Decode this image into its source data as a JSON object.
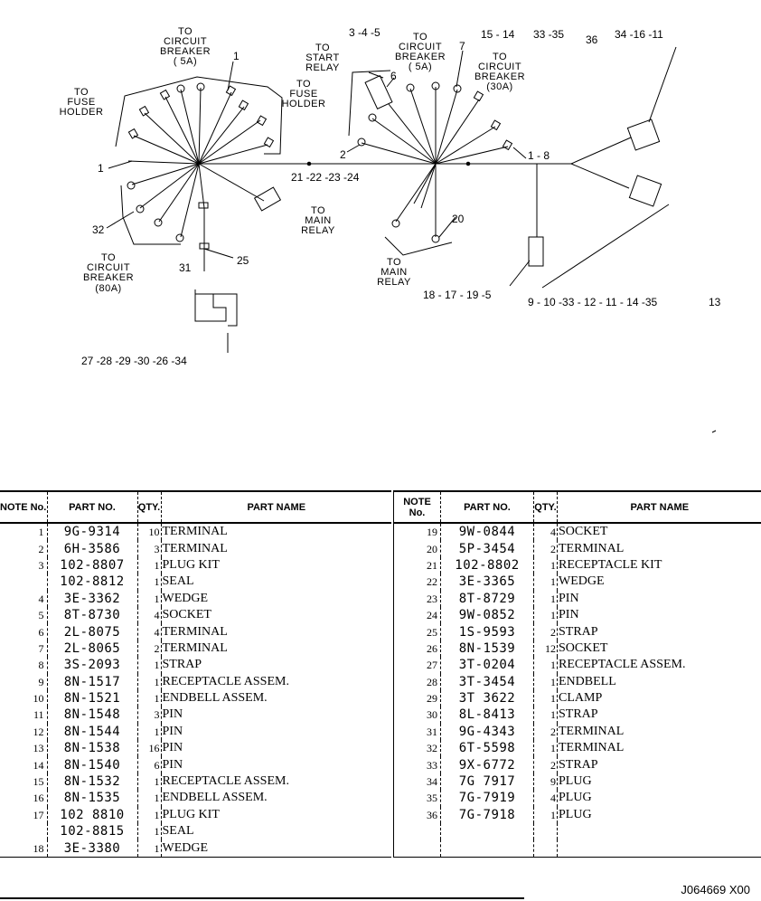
{
  "diagram": {
    "labels": {
      "to_cb_5a_left": [
        "TO",
        "CIRCUIT",
        "BREAKER",
        "( 5A)"
      ],
      "to_fuse_holder_left": [
        "TO",
        "FUSE",
        "HOLDER"
      ],
      "to_fuse_holder_mid": [
        "TO",
        "FUSE",
        "HOLDER"
      ],
      "to_start_relay": [
        "TO",
        "START",
        "RELAY"
      ],
      "to_cb_5a_right": [
        "TO",
        "CIRCUIT",
        "BREAKER",
        "( 5A)"
      ],
      "to_cb_30a": [
        "TO",
        "CIRCUIT",
        "BREAKER",
        "(30A)"
      ],
      "to_main_relay_mid": [
        "TO",
        "MAIN",
        "RELAY"
      ],
      "to_main_relay_right": [
        "TO",
        "MAIN",
        "RELAY"
      ],
      "to_cb_80a": [
        "TO",
        "CIRCUIT",
        "BREAKER",
        "(80A)"
      ]
    },
    "callouts": {
      "c1_top": "1",
      "c1_left": "1",
      "c32": "32",
      "c31": "31",
      "c25": "25",
      "c27": "27 -28 -29 -30 -26 -34",
      "c21": "21 -22 -23 -24",
      "c345": "3 -4 -5",
      "c6": "6",
      "c7": "7",
      "c2": "2",
      "c1514": "15 - 14",
      "c3335": "33 -35",
      "c36": "36",
      "c341611": "34 -16 -11",
      "c18": "1 - 8",
      "c20": "20",
      "c1817": "18 - 17 - 19 -5",
      "c910": "9 - 10 -33  - 12 - 11 - 14 -35",
      "c13": "13"
    }
  },
  "table": {
    "headers": {
      "note_no": "NOTE No.",
      "part_no": "PART NO.",
      "qty": "QTY.",
      "part_name": "PART NAME"
    },
    "left_rows": [
      {
        "note": "1",
        "part": "9G-9314",
        "qty": "10",
        "name": "TERMINAL"
      },
      {
        "note": "2",
        "part": "6H-3586",
        "qty": "3",
        "name": "TERMINAL"
      },
      {
        "note": "3",
        "part": "102-8807",
        "qty": "1",
        "name": "PLUG KIT"
      },
      {
        "note": "",
        "part": "102-8812",
        "qty": "1",
        "name": "SEAL"
      },
      {
        "note": "4",
        "part": "3E-3362",
        "qty": "1",
        "name": "WEDGE"
      },
      {
        "note": "5",
        "part": "8T-8730",
        "qty": "4",
        "name": "SOCKET"
      },
      {
        "note": "6",
        "part": "2L-8075",
        "qty": "4",
        "name": "TERMINAL"
      },
      {
        "note": "7",
        "part": "2L-8065",
        "qty": "2",
        "name": "TERMINAL"
      },
      {
        "note": "8",
        "part": "3S-2093",
        "qty": "1",
        "name": "STRAP"
      },
      {
        "note": "9",
        "part": "8N-1517",
        "qty": "1",
        "name": "RECEPTACLE ASSEM."
      },
      {
        "note": "10",
        "part": "8N-1521",
        "qty": "1",
        "name": "ENDBELL ASSEM."
      },
      {
        "note": "11",
        "part": "8N-1548",
        "qty": "3",
        "name": "PIN"
      },
      {
        "note": "12",
        "part": "8N-1544",
        "qty": "1",
        "name": "PIN"
      },
      {
        "note": "13",
        "part": "8N-1538",
        "qty": "16",
        "name": "PIN"
      },
      {
        "note": "14",
        "part": "8N-1540",
        "qty": "6",
        "name": "PIN"
      },
      {
        "note": "15",
        "part": "8N-1532",
        "qty": "1",
        "name": "RECEPTACLE ASSEM."
      },
      {
        "note": "16",
        "part": "8N-1535",
        "qty": "1",
        "name": "ENDBELL ASSEM."
      },
      {
        "note": "17",
        "part": "102 8810",
        "qty": "1",
        "name": "PLUG KIT"
      },
      {
        "note": "",
        "part": "102-8815",
        "qty": "1",
        "name": "SEAL"
      },
      {
        "note": "18",
        "part": "3E-3380",
        "qty": "1",
        "name": "WEDGE"
      }
    ],
    "right_rows": [
      {
        "note": "19",
        "part": "9W-0844",
        "qty": "4",
        "name": "SOCKET"
      },
      {
        "note": "20",
        "part": "5P-3454",
        "qty": "2",
        "name": "TERMINAL"
      },
      {
        "note": "21",
        "part": "102-8802",
        "qty": "1",
        "name": "RECEPTACLE KIT"
      },
      {
        "note": "22",
        "part": "3E-3365",
        "qty": "1",
        "name": "WEDGE"
      },
      {
        "note": "23",
        "part": "8T-8729",
        "qty": "1",
        "name": "PIN"
      },
      {
        "note": "24",
        "part": "9W-0852",
        "qty": "1",
        "name": "PIN"
      },
      {
        "note": "25",
        "part": "1S-9593",
        "qty": "2",
        "name": "STRAP"
      },
      {
        "note": "26",
        "part": "8N-1539",
        "qty": "12",
        "name": "SOCKET"
      },
      {
        "note": "27",
        "part": "3T-0204",
        "qty": "1",
        "name": "RECEPTACLE ASSEM."
      },
      {
        "note": "28",
        "part": "3T-3454",
        "qty": "1",
        "name": "ENDBELL"
      },
      {
        "note": "29",
        "part": "3T 3622",
        "qty": "1",
        "name": "CLAMP"
      },
      {
        "note": "30",
        "part": "8L-8413",
        "qty": "1",
        "name": "STRAP"
      },
      {
        "note": "31",
        "part": "9G-4343",
        "qty": "2",
        "name": "TERMINAL"
      },
      {
        "note": "32",
        "part": "6T-5598",
        "qty": "1",
        "name": "TERMINAL"
      },
      {
        "note": "33",
        "part": "9X-6772",
        "qty": "2",
        "name": "STRAP"
      },
      {
        "note": "34",
        "part": "7G 7917",
        "qty": "9",
        "name": "PLUG"
      },
      {
        "note": "35",
        "part": "7G-7919",
        "qty": "4",
        "name": "PLUG"
      },
      {
        "note": "36",
        "part": "7G-7918",
        "qty": "1",
        "name": "PLUG"
      },
      {
        "note": "",
        "part": "",
        "qty": "",
        "name": ""
      },
      {
        "note": "",
        "part": "",
        "qty": "",
        "name": ""
      }
    ]
  },
  "footer": {
    "code": "J064669   X00"
  }
}
